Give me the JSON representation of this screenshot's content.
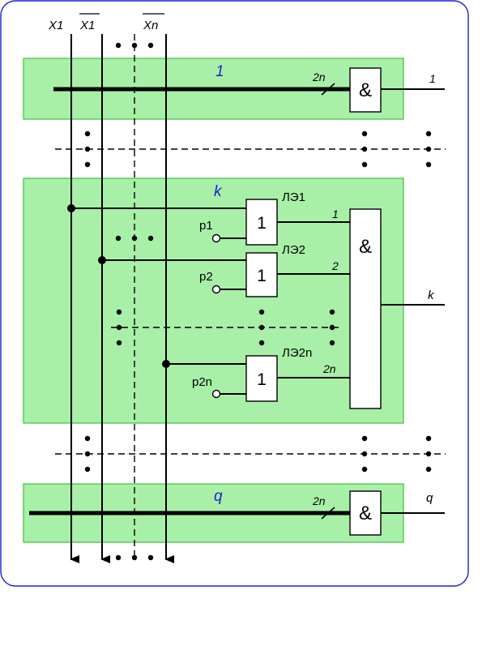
{
  "inputs": {
    "x1": "X1",
    "x1_bar": "X1",
    "xn_bar": "Xn"
  },
  "rows": {
    "row1": {
      "label": "1",
      "bus_width": "2n",
      "and_symbol": "&",
      "output": "1"
    },
    "rowk": {
      "label": "k",
      "and_symbol": "&",
      "output": "k"
    },
    "rowq": {
      "label": "q",
      "bus_width": "2n",
      "and_symbol": "&",
      "output": "q"
    }
  },
  "logic_elements": [
    {
      "name": "ЛЭ1",
      "symbol": "1",
      "param": "p1",
      "out_index": "1"
    },
    {
      "name": "ЛЭ2",
      "symbol": "1",
      "param": "p2",
      "out_index": "2"
    },
    {
      "name": "ЛЭ2n",
      "symbol": "1",
      "param": "p2n",
      "out_index": "2n"
    }
  ],
  "colors": {
    "frame": "#1f1fd0",
    "row_fill": "#a8f0a8",
    "row_stroke": "#3cc23c",
    "row_label": "#1f1fd0",
    "line": "#000000"
  }
}
